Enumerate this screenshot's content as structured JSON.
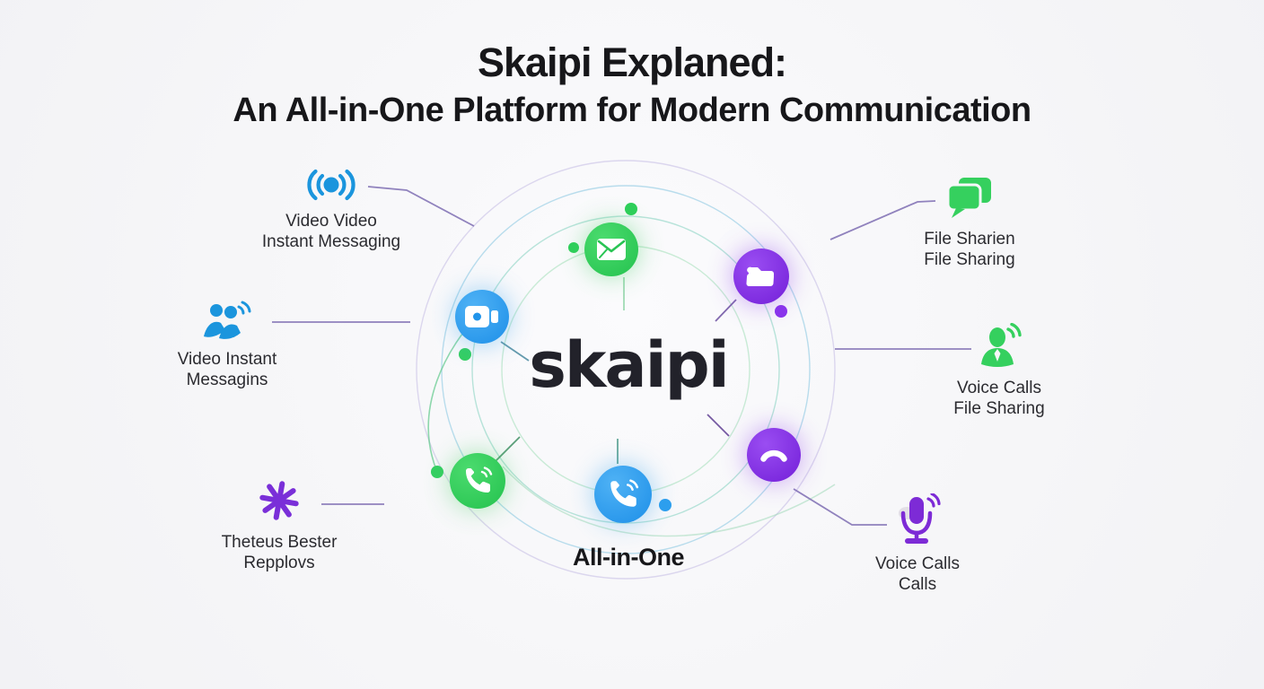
{
  "title": {
    "line1": "Skaipi Explaned:",
    "line2": "An All-in-One Platform for Modern Communication"
  },
  "hub": {
    "logo": "skaipi",
    "caption": "All-in-One",
    "nodes": [
      {
        "name": "mail-node",
        "icon": "mail-icon",
        "color": "#2ecf5a"
      },
      {
        "name": "video-call-node",
        "icon": "video-camera-icon",
        "color": "#2d9fee"
      },
      {
        "name": "folder-node",
        "icon": "folder-icon",
        "color": "#8a35ec"
      },
      {
        "name": "phone-green-node",
        "icon": "phone-call-icon",
        "color": "#2ecf5a"
      },
      {
        "name": "phone-blue-node",
        "icon": "phone-call-icon",
        "color": "#2d9fee"
      },
      {
        "name": "phone-purple-node",
        "icon": "phone-flat-icon",
        "color": "#8a35ec"
      }
    ]
  },
  "features_left": [
    {
      "icon": "broadcast-icon",
      "color": "#1b95dd",
      "line1": "Video Video",
      "line2": "Instant Messaging"
    },
    {
      "icon": "people-icon",
      "color": "#1b95dd",
      "line1": "Video Instant",
      "line2": "Messagins"
    },
    {
      "icon": "splat-icon",
      "color": "#7a2fd8",
      "line1": "Theteus Bester",
      "line2": "Repplovs"
    }
  ],
  "features_right": [
    {
      "icon": "chat-folder-icon",
      "color": "#35d05e",
      "line1": "File Sharien",
      "line2": "File Sharing"
    },
    {
      "icon": "person-voice-icon",
      "color": "#35d05e",
      "line1": "Voice Calls",
      "line2": "File Sharing"
    },
    {
      "icon": "microphone-icon",
      "color": "#7d2bd6",
      "line1": "Voice Calls",
      "line2": "Calls"
    }
  ],
  "colors": {
    "background": "#f7f7f9",
    "title_text": "#17171a",
    "label_text": "#2b2b30",
    "connector": "#8474b6",
    "ring_green": "#bfe7cf",
    "ring_teal": "#8ad3c3",
    "ring_blue": "#83c4e0",
    "ring_lavender": "#bdb3e2"
  }
}
